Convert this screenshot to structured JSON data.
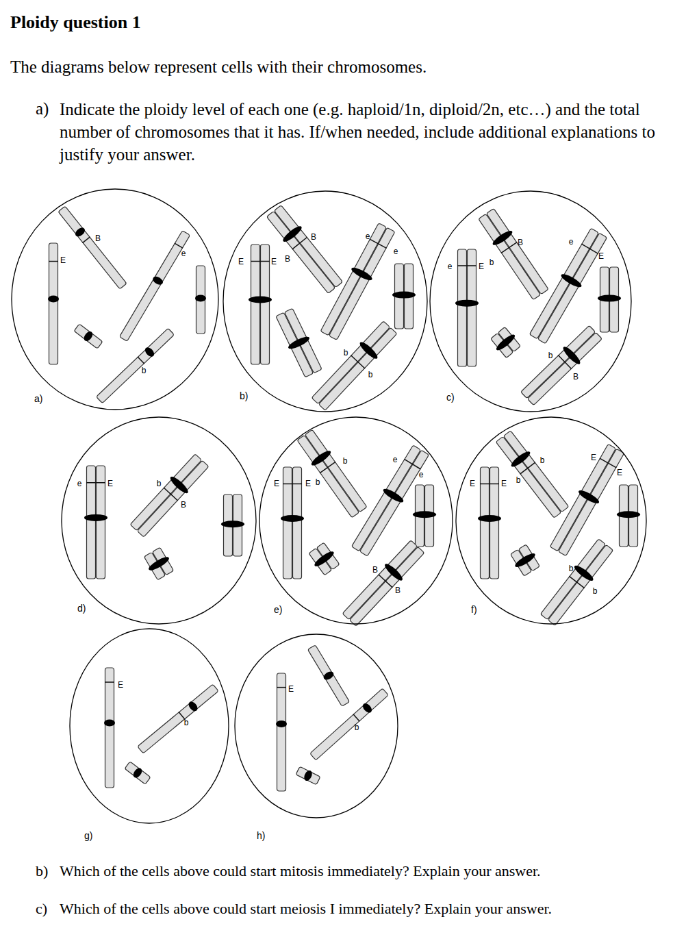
{
  "diagram": {
    "title": "Ploidy question 1",
    "nodes": [
      {
        "text": [
          "a)"
        ]
      },
      {
        "text": [
          "b)"
        ]
      },
      {
        "text": [
          "c)"
        ]
      },
      {
        "text": [
          "d)"
        ]
      },
      {
        "text": [
          "e)"
        ]
      },
      {
        "text": [
          "f)"
        ]
      },
      {
        "text": [
          "g)"
        ]
      },
      {
        "text": [
          "h)"
        ]
      }
    ],
    "labels": [
      "The diagrams below represent cells with their chromosomes.",
      "a)",
      "Indicate the ploidy level of each one (e.g. haploid/1n, diploid/2n, etc…) and the total number of chromosomes that it has. If/when needed, include additional explanations to justify your answer.",
      "E",
      "B",
      "e",
      "b",
      "E",
      "E",
      "B",
      "B",
      "e",
      "e",
      "b",
      "b",
      "e",
      "E",
      "b",
      "B",
      "e",
      "E",
      "b",
      "B",
      "e",
      "E",
      "b",
      "B",
      "E",
      "E",
      "b",
      "b",
      "e",
      "e",
      "B",
      "B",
      "E",
      "E",
      "b",
      "b",
      "E",
      "E",
      "b",
      "b",
      "E",
      "b",
      "E",
      "b",
      "b)",
      "Which of the cells above could start mitosis immediately? Explain your answer.",
      "c)",
      "Which of the cells above could start meiosis I immediately? Explain your answer."
    ]
  }
}
